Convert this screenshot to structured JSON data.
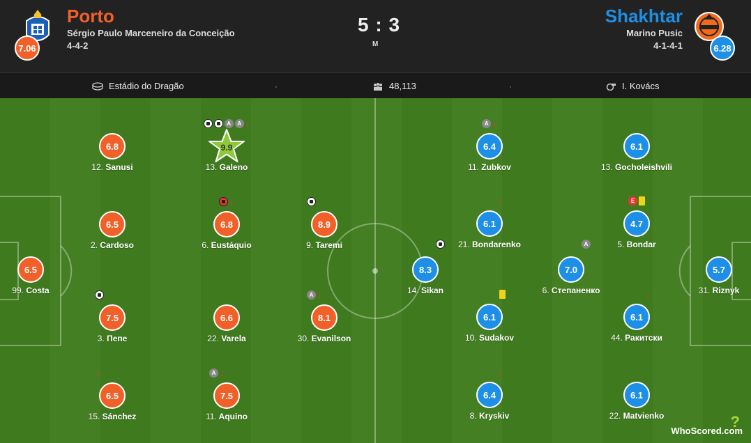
{
  "home": {
    "name": "Porto",
    "manager": "Sérgio Paulo Marceneiro da Conceição",
    "formation": "4-4-2",
    "rating": "7.06",
    "color": "#f2602a"
  },
  "away": {
    "name": "Shakhtar",
    "manager": "Marino Pusic",
    "formation": "4-1-4-1",
    "rating": "6.28",
    "color": "#1e8fe6"
  },
  "score": {
    "value": "5 : 3",
    "status": "M"
  },
  "info": {
    "stadium": "Estádio do Dragão",
    "attendance": "48,113",
    "referee": "I. Kovács"
  },
  "players": {
    "sanusi": {
      "num": "12.",
      "name": "Sanusi",
      "rating": "6.8"
    },
    "galeno": {
      "num": "13.",
      "name": "Galeno",
      "rating": "9.9"
    },
    "cardoso": {
      "num": "2.",
      "name": "Cardoso",
      "rating": "6.5"
    },
    "eustaquio": {
      "num": "6.",
      "name": "Eustáquio",
      "rating": "6.8"
    },
    "taremi": {
      "num": "9.",
      "name": "Taremi",
      "rating": "8.9"
    },
    "costa": {
      "num": "99.",
      "name": "Costa",
      "rating": "6.5"
    },
    "pepe": {
      "num": "3.",
      "name": "Пепе",
      "rating": "7.5"
    },
    "varela": {
      "num": "22.",
      "name": "Varela",
      "rating": "6.6"
    },
    "evanilson": {
      "num": "30.",
      "name": "Evanilson",
      "rating": "8.1"
    },
    "sanchez": {
      "num": "15.",
      "name": "Sánchez",
      "rating": "6.5"
    },
    "aquino": {
      "num": "11.",
      "name": "Aquino",
      "rating": "7.5"
    },
    "zubkov": {
      "num": "11.",
      "name": "Zubkov",
      "rating": "6.4"
    },
    "gocholeishvili": {
      "num": "13.",
      "name": "Gocholeishvili",
      "rating": "6.1"
    },
    "bondarenko": {
      "num": "21.",
      "name": "Bondarenko",
      "rating": "6.1"
    },
    "bondar": {
      "num": "5.",
      "name": "Bondar",
      "rating": "4.7"
    },
    "sikan": {
      "num": "14.",
      "name": "Sikan",
      "rating": "8.3"
    },
    "stepanenko": {
      "num": "6.",
      "name": "Степаненко",
      "rating": "7.0"
    },
    "riznyk": {
      "num": "31.",
      "name": "Riznyk",
      "rating": "5.7"
    },
    "sudakov": {
      "num": "10.",
      "name": "Sudakov",
      "rating": "6.1"
    },
    "rakitski": {
      "num": "44.",
      "name": "Ракитски",
      "rating": "6.1"
    },
    "kryskiv": {
      "num": "8.",
      "name": "Kryskiv",
      "rating": "6.4"
    },
    "matvienko": {
      "num": "22.",
      "name": "Matvienko",
      "rating": "6.1"
    }
  },
  "icons": {
    "assist": "A",
    "error": "E",
    "sub": "↓"
  },
  "branding": {
    "logo": "WhoScored",
    "logo_suffix": ".com",
    "logo_mark": "?"
  }
}
